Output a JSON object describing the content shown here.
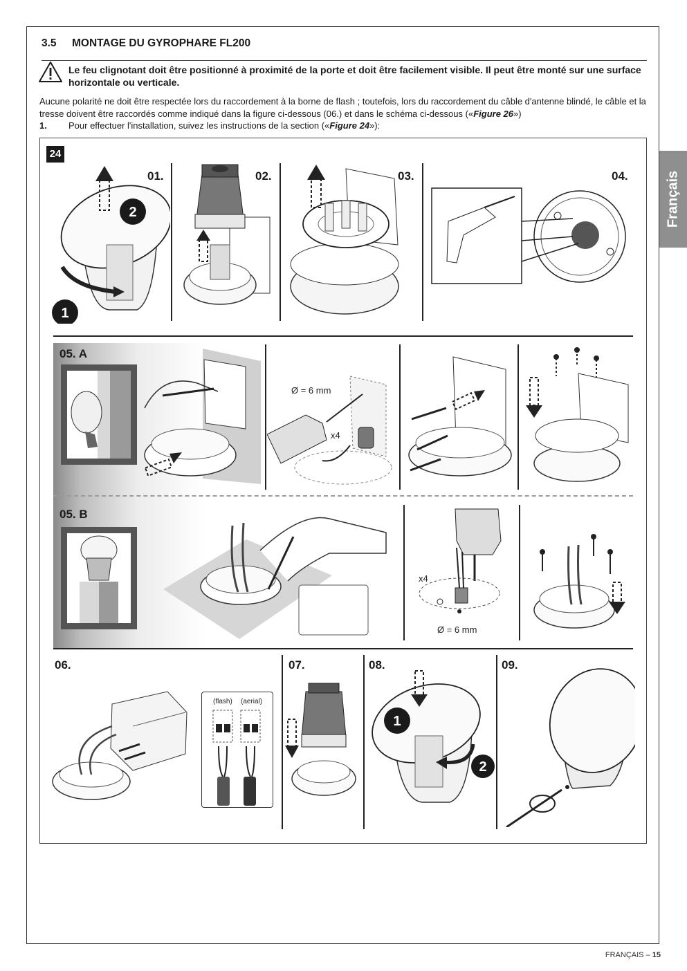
{
  "section": {
    "number": "3.5",
    "title": "MONTAGE DU GYROPHARE FL200"
  },
  "warning": "Le feu clignotant doit être positionné à proximité de la porte et doit être facilement visible. Il peut être monté sur une surface horizontale ou verticale.",
  "body": {
    "text_a": "Aucune polarité ne doit être respectée lors du raccordement à la borne de flash ; toutefois, lors du raccordement du câble d'antenne blindé, le câble et la tresse doivent être raccordés comme indiqué dans la figure ci-dessous (06.) et dans le schéma ci-dessous («",
    "fig_ref_a": "Figure 26",
    "text_b": "»)",
    "step_number": "1.",
    "step_text_a": "Pour effectuer l'installation, suivez les instructions de la section («",
    "fig_ref_b": "Figure 24",
    "step_text_b": "»):"
  },
  "figure": {
    "number": "24",
    "steps": {
      "s01": "01.",
      "s02": "02.",
      "s03": "03.",
      "s04": "04.",
      "s05a": "05. A",
      "s05b": "05. B",
      "s06": "06.",
      "s07": "07.",
      "s08": "08.",
      "s09": "09."
    },
    "annotations": {
      "diameter_a": "Ø = 6 mm",
      "qty_a": "x4",
      "qty_b": "x4",
      "diameter_b": "Ø = 6 mm",
      "flash": "(flash)",
      "aerial": "(aerial)",
      "c1": "1",
      "c2": "2",
      "c3": "1",
      "c4": "2"
    }
  },
  "sidebar_tab": "Français",
  "footer": {
    "language": "FRANÇAIS – ",
    "page": "15"
  }
}
